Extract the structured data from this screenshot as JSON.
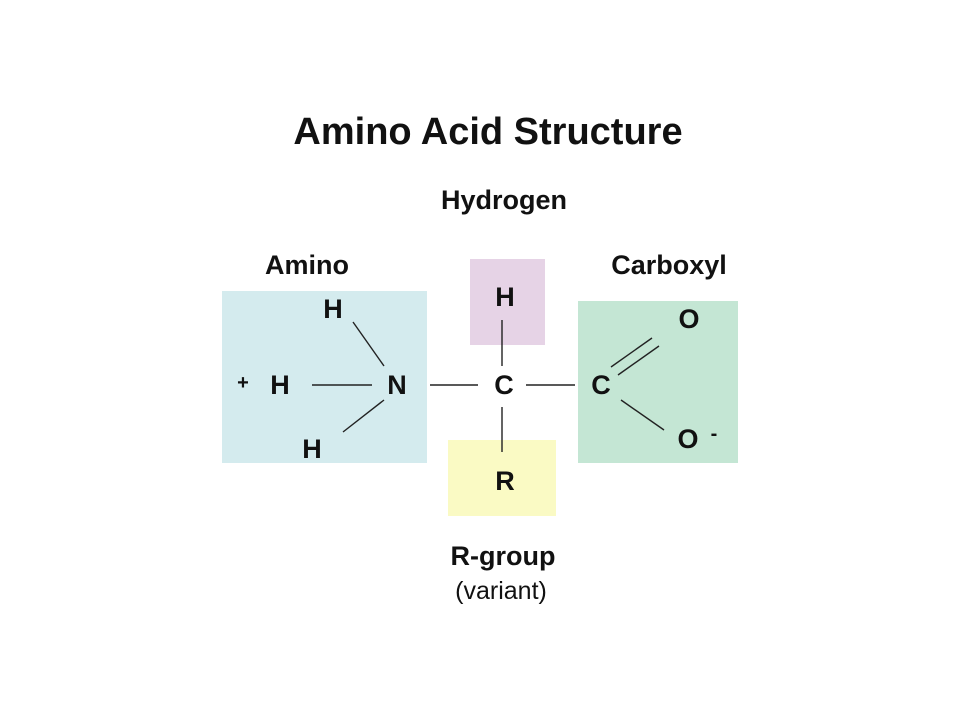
{
  "title": "Amino Acid Structure",
  "labels": {
    "hydrogen": "Hydrogen",
    "amino": "Amino",
    "carboxyl": "Carboxyl",
    "r_group": "R-group",
    "variant": "(variant)"
  },
  "atoms": {
    "amino_h_top": "H",
    "amino_h_left": "H",
    "amino_h_bottom": "H",
    "nitrogen": "N",
    "alpha_carbon": "C",
    "hydrogen_h": "H",
    "r": "R",
    "carboxyl_c": "C",
    "oxygen_top": "O",
    "oxygen_bottom": "O"
  },
  "charges": {
    "amino": "+",
    "carboxyl": "-"
  },
  "colors": {
    "amino_box": "#d4ebee",
    "hydrogen_box": "#e6d3e6",
    "carboxyl_box": "#c4e6d4",
    "r_group_box": "#fafac4",
    "text": "#111111",
    "bond": "#222222"
  }
}
